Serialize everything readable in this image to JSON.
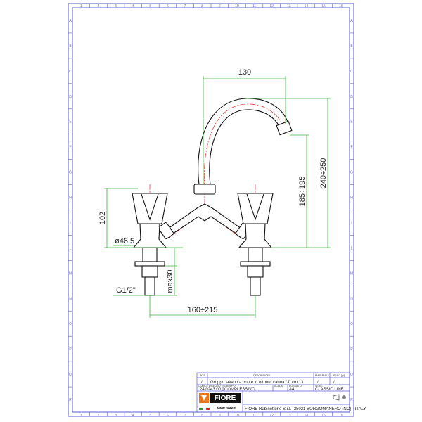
{
  "frame": {
    "columns": [
      "1",
      "2",
      "3",
      "4",
      "5",
      "6",
      "7",
      "8",
      "9",
      "10",
      "11",
      "12",
      "13",
      "14",
      "15",
      "16"
    ],
    "rows": [
      "A",
      "B",
      "C",
      "D",
      "E",
      "F",
      "G",
      "H",
      "I",
      "L",
      "M",
      "N",
      "O",
      "P",
      "Q",
      "R"
    ]
  },
  "dimensions": {
    "spout_reach": "130",
    "spout_height": "185÷195",
    "total_height": "240÷250",
    "valve_height": "102",
    "diameter": "ø46,5",
    "thread": "G1/2\"",
    "max_shank": "max30",
    "center_distance": "160÷215"
  },
  "title_block": {
    "pos_header": "POS.",
    "pos_value": "/",
    "description_header": "DESCRIZIONE",
    "description_value": "Gruppo lavabo a ponte in ottone, canna \"J\" cm.13",
    "material_header": "MATERIALE",
    "material_value": "/",
    "weight_header": "PESO [gr]",
    "weight_value": "/",
    "code_header": "CODICE DISEGNO",
    "code_value": "24 0243 00",
    "group_header": "GRUPPO",
    "group_value": "COMPLESSIVO",
    "scale_header": "SCALA",
    "scale_value": "",
    "format_header": "FORMATO",
    "format_value": "A4",
    "series_header": "SERIE",
    "series_value": "CLASSIC LINE",
    "logo_text": "FIORE rubinetterie www.fiore.it",
    "company": "FIORE Rubinetterie S.r.l.- 28021 BORGOMANERO (NO) - ITALY"
  },
  "colors": {
    "frame": "#5a5ad0",
    "dimension": "#3cb43c",
    "centerline": "#e03030",
    "outline": "#111111",
    "logo": "#e8761c"
  }
}
